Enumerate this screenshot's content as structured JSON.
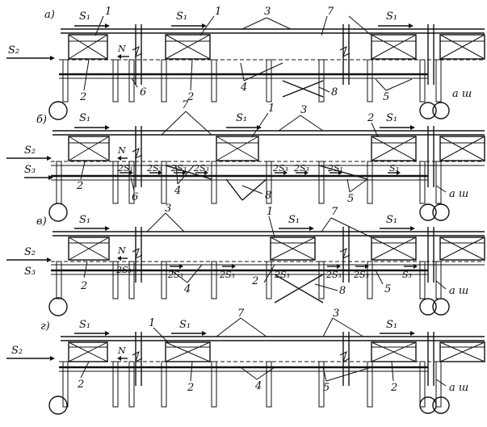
{
  "figure": {
    "rows": [
      {
        "key": "a",
        "label": "а)"
      },
      {
        "key": "b",
        "label": "б)"
      },
      {
        "key": "v",
        "label": "в)"
      },
      {
        "key": "g",
        "label": "г)"
      }
    ],
    "symbols": {
      "s1": "S₁",
      "s2": "S₂",
      "s3": "S₃",
      "two_s1": "2S₁",
      "two_s3": "2S₃",
      "n": "N",
      "aw": "а ш"
    },
    "numbers": [
      "1",
      "2",
      "3",
      "4",
      "5",
      "6",
      "7",
      "8"
    ]
  }
}
